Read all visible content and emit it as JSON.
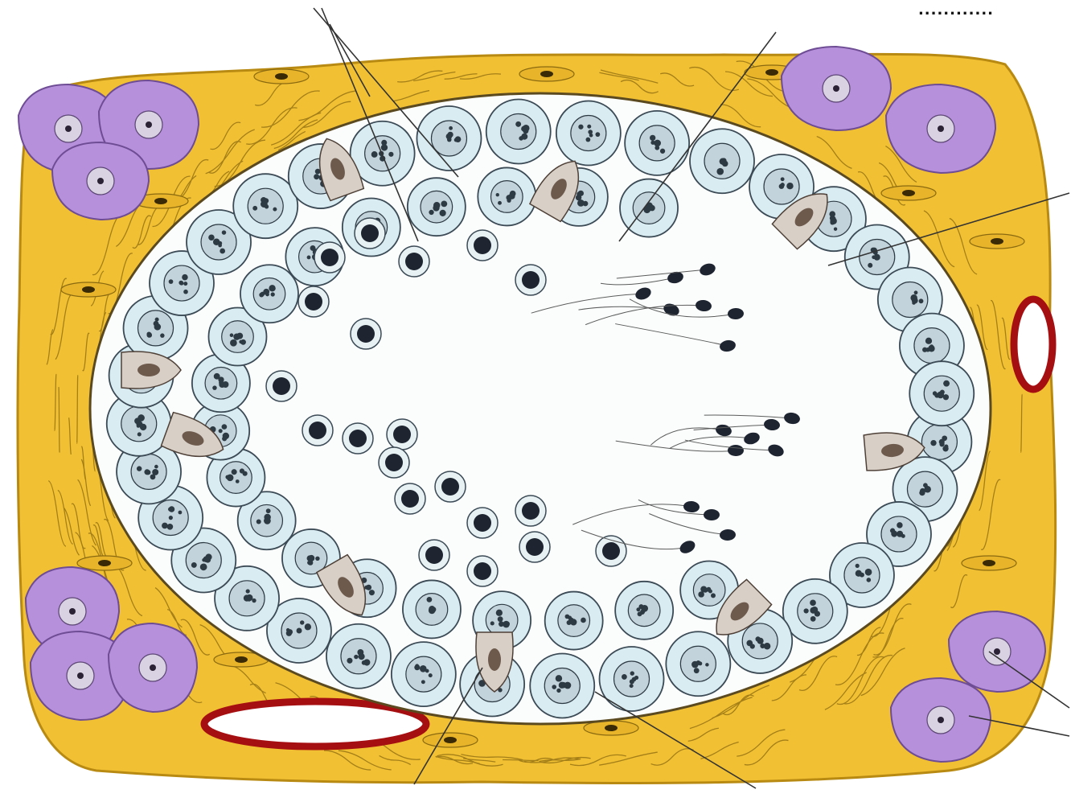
{
  "figure": {
    "corner_text": "............",
    "colors": {
      "connective_tissue": "#f2c033",
      "tissue_stroke": "#b88a12",
      "fiber": "#8a6a10",
      "leydig_cell": "#b790dc",
      "leydig_stroke": "#6f4d95",
      "vessel_wall": "#a60f12",
      "lumen": "#ffffff",
      "germ_cell_fill": "#d9ecf2",
      "germ_cell_stroke": "#3b4a55",
      "chromatin": "#2d3a44",
      "sertoli_cell": "#d8cfc6",
      "sperm_head": "#1e2530",
      "leader_line": "#333333"
    },
    "regions": [
      "seminiferous-tubule",
      "interstitial-tissue",
      "leydig-cell-cluster",
      "blood-vessel",
      "sertoli-cell",
      "spermatogonium",
      "primary-spermatocyte",
      "spermatid",
      "spermatozoon"
    ],
    "leader_line_count": 9
  }
}
